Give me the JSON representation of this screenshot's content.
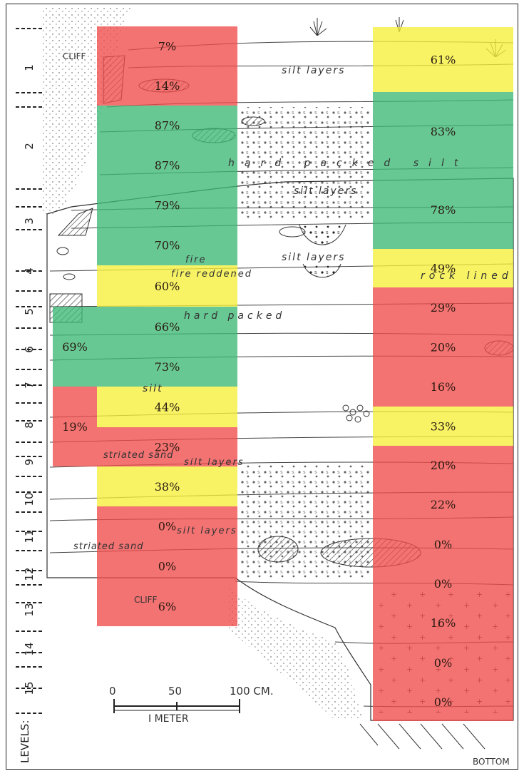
{
  "levels_label": "LEVELS:",
  "levels": [
    "1",
    "2",
    "3",
    "4",
    "5",
    "6",
    "7",
    "8",
    "9",
    "10",
    "11",
    "12",
    "13",
    "14",
    "15"
  ],
  "drawing_labels": {
    "cliff_top": "CLIFF",
    "cliff_bottom": "CLIFF",
    "silt_layers_1": "silt layers",
    "hard_packed_silt": "hard packed silt",
    "silt_layers_2": "silt layers",
    "silt_layers_3": "silt layers",
    "fire_reddened": "fire reddened",
    "rock_lined": "rock lined",
    "hard_packed": "hard packed",
    "silt": "silt",
    "silt_layers_4": "silt layers",
    "striated_sand_1": "striated sand",
    "striated_sand_2": "striated sand",
    "silt_layers_5": "silt layers",
    "bottom": "BOTTOM"
  },
  "scale": {
    "tick_0": "0",
    "tick_50": "50",
    "tick_100": "100 CM.",
    "label": "I METER"
  },
  "colors": {
    "red": "#f04a4a",
    "yellow": "#f5ef3a",
    "green": "#3cb874",
    "ink": "#2a1a10"
  },
  "left_column": [
    {
      "value": "7%",
      "color": "red"
    },
    {
      "value": "14%",
      "color": "red"
    },
    {
      "value": "87%",
      "color": "green"
    },
    {
      "value": "87%",
      "color": "green"
    },
    {
      "value": "79%",
      "color": "green"
    },
    {
      "value": "70%",
      "color": "green"
    },
    {
      "value": "60%",
      "color": "yellow"
    },
    {
      "value": "66%",
      "color": "green"
    },
    {
      "value": "73%",
      "color": "green"
    },
    {
      "value": "44%",
      "color": "yellow"
    },
    {
      "value": "23%",
      "color": "red"
    },
    {
      "value": "38%",
      "color": "yellow"
    },
    {
      "value": "0%",
      "color": "red"
    },
    {
      "value": "0%",
      "color": "red"
    },
    {
      "value": "6%",
      "color": "red"
    }
  ],
  "left_side_cells": [
    {
      "value": "69%",
      "color": "green"
    },
    {
      "value": "19%",
      "color": "red"
    }
  ],
  "right_column": [
    {
      "value": "61%",
      "color": "yellow"
    },
    {
      "value": "83%",
      "color": "green"
    },
    {
      "value": "78%",
      "color": "green"
    },
    {
      "value": "49%",
      "color": "yellow"
    },
    {
      "value": "29%",
      "color": "red"
    },
    {
      "value": "20%",
      "color": "red"
    },
    {
      "value": "16%",
      "color": "red"
    },
    {
      "value": "33%",
      "color": "yellow"
    },
    {
      "value": "20%",
      "color": "red"
    },
    {
      "value": "22%",
      "color": "red"
    },
    {
      "value": "0%",
      "color": "red"
    },
    {
      "value": "0%",
      "color": "red"
    },
    {
      "value": "16%",
      "color": "red"
    },
    {
      "value": "0%",
      "color": "red"
    },
    {
      "value": "0%",
      "color": "red"
    }
  ]
}
